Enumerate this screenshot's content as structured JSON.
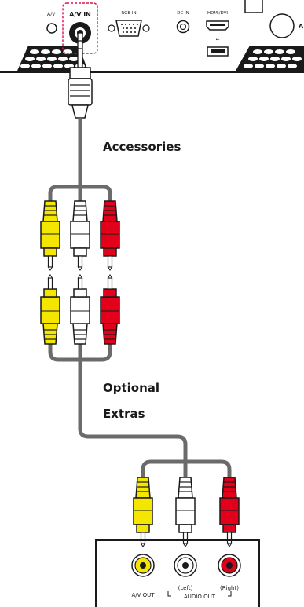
{
  "colors": {
    "yellow": "#f5e600",
    "white": "#ffffff",
    "red": "#e3001b",
    "cable": "#6b6b6b",
    "outline": "#1a1a1a",
    "callout": "#e0104c"
  },
  "panel": {
    "ports": {
      "av_cut": "A/V",
      "av_in": "A/V IN",
      "rgb_in": "RGB IN",
      "dc_in": "DC IN",
      "hdmi_dvi": "HDMI/DVI",
      "usb": "⭠",
      "cut_right": "A"
    }
  },
  "labels": {
    "accessories": "Accessories",
    "optional_line1": "Optional",
    "optional_line2": "Extras"
  },
  "device": {
    "av_out": "A/V OUT",
    "left": "(Left)",
    "right": "(Right)",
    "audio_out": "AUDIO OUT"
  }
}
